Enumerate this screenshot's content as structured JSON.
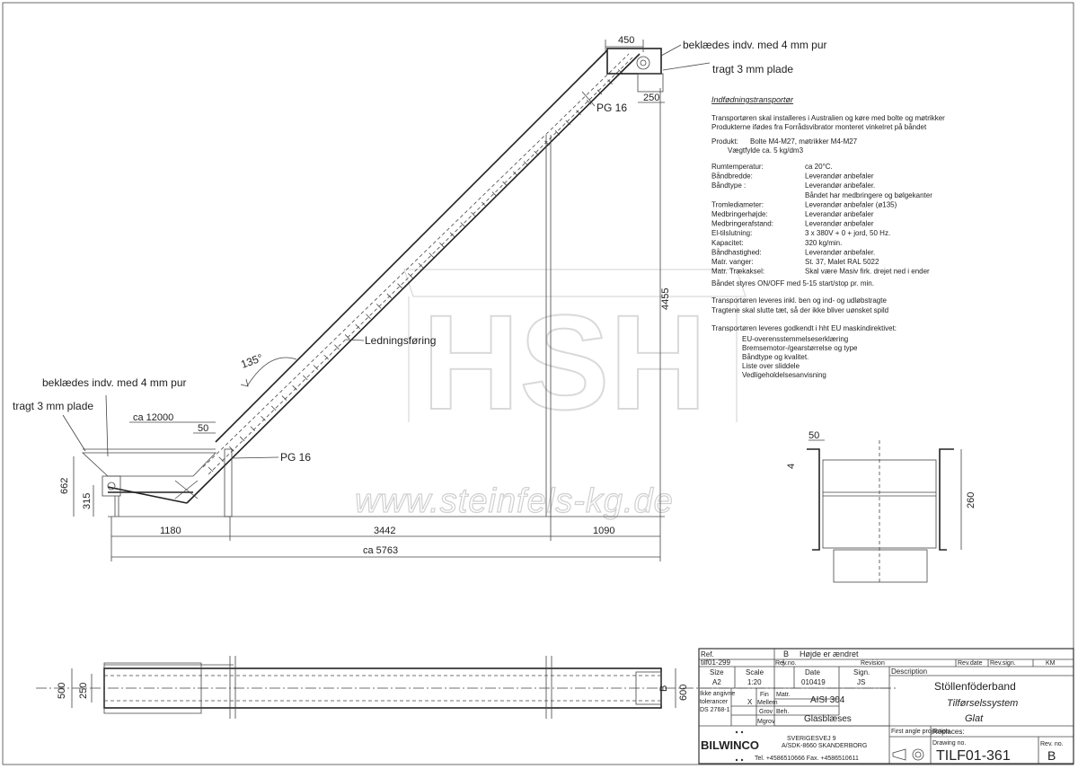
{
  "watermark": {
    "logo": "HSH",
    "url": "www.steinfels-kg.de"
  },
  "callouts": {
    "lining_top": "beklædes indv. med  4 mm pur",
    "hopper_top": "tragt 3 mm plade",
    "pg_top": "PG 16",
    "lining_left": "beklædes indv. med  4 mm pur",
    "hopper_left": "tragt 3 mm plade",
    "pg_bottom": "PG 16",
    "cable_route": "Ledningsføring",
    "angle": "135°"
  },
  "dimensions": {
    "top_width": "450",
    "top_depth": "250",
    "height": "4455",
    "length_in": "ca 12000",
    "d50": "50",
    "h662": "662",
    "h315": "315",
    "x1180": "1180",
    "x3442": "3442",
    "x1090": "1090",
    "total": "ca 5763",
    "sec_50": "50",
    "sec_4": "4",
    "sec_260": "260",
    "plan_500": "500",
    "plan_250": "250",
    "plan_600": "600",
    "plan_B": "B"
  },
  "spec": {
    "heading": "Indfødningstransportør",
    "intro": [
      "Transportøren skal installeres i Australien og køre med bolte og møtrikker",
      "Produkterne ifødes fra Forrådsvibrator monteret vinkelret på båndet"
    ],
    "product_label": "Produkt:",
    "product_value": "Bolte M4-M27, møtrikker M4-M27",
    "product_value2": "Vægtfylde ca. 5 kg/dm3",
    "rows": [
      [
        "Rumtemperatur:",
        "ca 20°C."
      ],
      [
        "Båndbredde:",
        "Leverandør anbefaler"
      ],
      [
        "Båndtype :",
        "Leverandør anbefaler."
      ],
      [
        "",
        "Båndet har medbringere og bølgekanter"
      ],
      [
        "Tromlediameter:",
        "Leverandør anbefaler (ø135)"
      ],
      [
        "Medbringerhøjde:",
        "Leverandør anbefaler"
      ],
      [
        "Medbringerafstand:",
        "Leverandør anbefaler"
      ],
      [
        "El-tilslutning:",
        "3 x 380V + 0 + jord, 50 Hz."
      ],
      [
        "Kapacitet:",
        "320 kg/min."
      ],
      [
        "Båndhastighed:",
        "Leverandør anbefaler."
      ],
      [
        "Matr. vanger:",
        "St. 37, Malet RAL 5022"
      ],
      [
        "Matr. Trækaksel:",
        "Skal være Masiv firk. drejet ned i ender"
      ]
    ],
    "control": "Båndet styres ON/OFF med 5-15 start/stop pr. min.",
    "delivery": [
      "Transportøren leveres inkl. ben og ind- og udløbstragte",
      "Tragtene skal slutte tæt, så der ikke bliver uønsket spild"
    ],
    "approval": "Transportøren leveres godkendt i hht EU maskindirektivet:",
    "approval_items": [
      "EU-overensstemmelseserklæring",
      "Bremsemotor-/gearstørrelse og type",
      "Båndtype og kvalitet.",
      "Liste over sliddele",
      "Vedligeholdelsesanvisning"
    ]
  },
  "title_block": {
    "ref_label": "Ref.",
    "ref_value": "tilf01-299",
    "rev_letter": "B",
    "rev_text": "Højde er ændret",
    "h_revno": "Rev.no.",
    "h_revision": "Revision",
    "h_revdate": "Rev.date",
    "h_revsign": "Rev.sign.",
    "h_km": "KM",
    "size_label": "Size",
    "size_value": "A2",
    "scale_label": "Scale",
    "scale_value": "1:20",
    "date_label": "Date",
    "date_value": "010419",
    "sign_label": "Sign.",
    "sign_value": "JS",
    "desc_label": "Description",
    "desc_line1": "Stöllenföderband",
    "desc_line2": "Tilførselssystem",
    "desc_line3": "Glat",
    "tol_1": "Ikke angivne",
    "tol_2": "tolerancer",
    "tol_3": "DS 2768-1",
    "fin": "Fin",
    "mellem": "Mellem",
    "grov": "Grov",
    "mgrov": "Mgrov",
    "tol_mark": "X",
    "matr_label": "Matr.",
    "matr_value": "AISI 304",
    "beh_label": "Beh.",
    "beh_value": "Glasblæses",
    "company": "BILWINCO",
    "address1": "SVERIGESVEJ 9",
    "address2": "A/SDK-8660 SKANDERBORG",
    "phone": "Tel. +4586510666  Fax. +4586510611",
    "projection": "First angle projection",
    "replaces": "Replaces:",
    "drawing_label": "Drawing no.",
    "drawing_no": "TILF01-361",
    "revno_label": "Rev. no.",
    "revno_value": "B"
  }
}
